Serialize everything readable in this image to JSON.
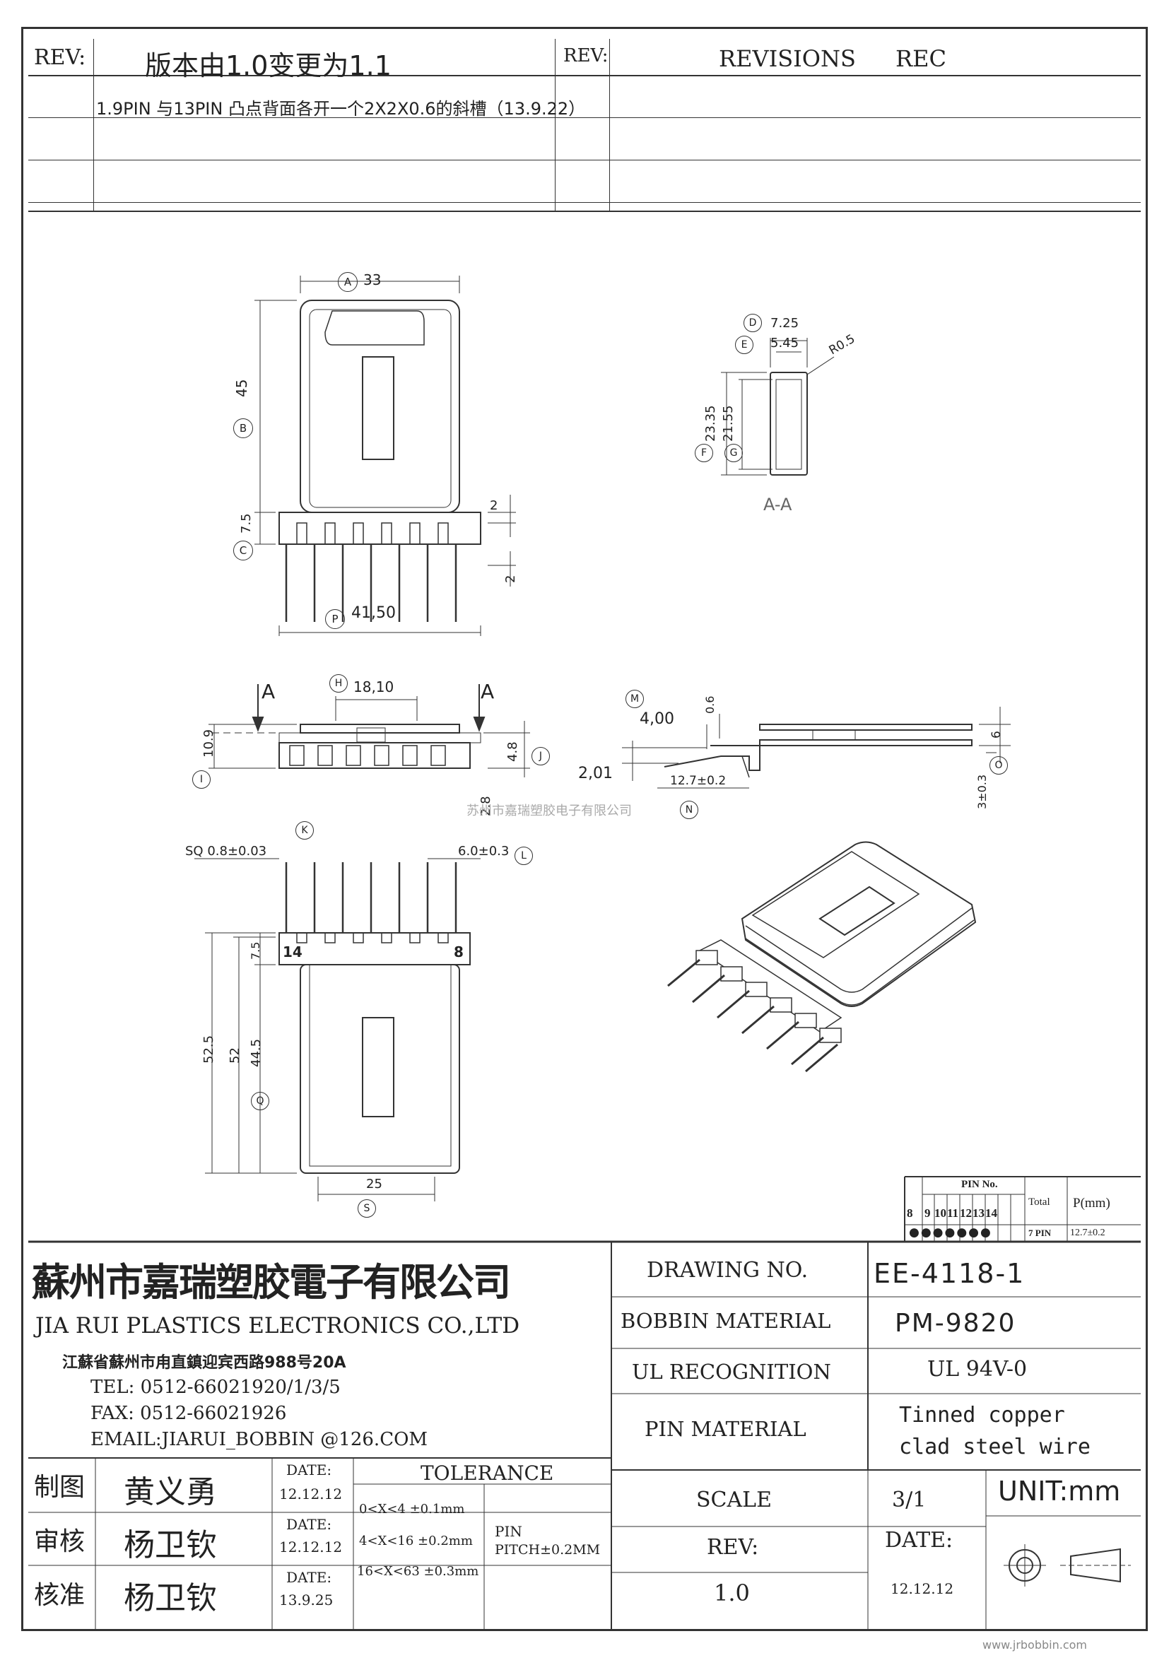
{
  "rev_block": {
    "rev_label_left": "REV:",
    "rev_title": "版本由1.0变更为1.1",
    "rev_label_right": "REV:",
    "revisions_label": "REVISIONS",
    "rec_label": "REC",
    "rev_note": "1.9PIN 与13PIN 凸点背面各开一个2X2X0.6的斜槽（13.9.22）"
  },
  "dims": {
    "A": "A",
    "A_val": "33",
    "B": "B",
    "B_val": "45",
    "C": "C",
    "C_val": "7.5",
    "tab_2a": "2",
    "tab_2b": "2",
    "P": "P",
    "P_val": "41,50",
    "D": "D",
    "D_val": "7.25",
    "E": "E",
    "E_val": "5.45",
    "R": "R0.5",
    "F": "F",
    "F_val": "23.35",
    "G": "G",
    "G_val": "21.55",
    "section_label": "A-A",
    "H": "H",
    "H_val": "18,10",
    "sec_a_left": "A",
    "sec_a_right": "A",
    "I": "I",
    "I_val": "10.9",
    "J": "J",
    "J_val": "4.8",
    "bottom_2_8": "2.8",
    "M": "M",
    "M_val": "4,00",
    "M_06": "0.6",
    "val_201": "2,01",
    "N": "N",
    "N_val": "12.7±0.2",
    "O": "O",
    "O_val": "6",
    "O_3": "3±0.3",
    "K": "K",
    "K_val": "SQ  0.8±0.03",
    "L": "L",
    "L_val": "6.0±0.3",
    "pin_14": "14",
    "pin_8": "8",
    "Q": "Q",
    "Q_52_5": "52.5",
    "Q_52": "52",
    "Q_44_5": "44.5",
    "Q_7_5": "7.5",
    "S": "S",
    "S_val": "25"
  },
  "watermark_center": "苏州市嘉瑞塑胶电子有限公司",
  "pin_table": {
    "header": "PIN No.",
    "pins": [
      "8",
      "9",
      "10",
      "11",
      "12",
      "13",
      "14"
    ],
    "total_label": "Total",
    "total_val": "7 PIN",
    "pitch_label": "P(mm)",
    "pitch_val": "12.7±0.2"
  },
  "title_block": {
    "company_cn": "蘇州市嘉瑞塑胶電子有限公司",
    "company_en": "JIA RUI PLASTICS ELECTRONICS CO.,LTD",
    "address": "江蘇省蘇州市甪直鎮迎宾西路988号20A",
    "tel": "TEL: 0512-66021920/1/3/5",
    "fax": "FAX: 0512-66021926",
    "email": "EMAIL:JIARUI_BOBBIN @126.COM",
    "drawing_no_label": "DRAWING  NO.",
    "drawing_no": "EE-4118-1",
    "bobbin_material_label": "BOBBIN  MATERIAL",
    "bobbin_material": "PM-9820",
    "ul_label": "UL RECOGNITION",
    "ul_val": "UL 94V-0",
    "pin_material_label": "PIN MATERIAL",
    "pin_material_1": "Tinned copper",
    "pin_material_2": "clad steel wire",
    "scale_label": "SCALE",
    "scale_val": "3/1",
    "unit": "UNIT:mm",
    "rev_label": "REV:",
    "rev_val": "1.0",
    "date_label": "DATE:",
    "date_val": "12.12.12",
    "made_label": "制图",
    "made_by": "黄义勇",
    "check_label": "审核",
    "check_by": "杨卫钦",
    "approve_label": "核准",
    "approve_by": "杨卫钦",
    "sig_date_label": "DATE:",
    "made_date": "12.12.12",
    "check_date": "12.12.12",
    "approve_date": "13.9.25",
    "tolerance_label": "TOLERANCE",
    "tol_1": "0<X<4  ±0.1mm",
    "tol_2": "4<X<16 ±0.2mm",
    "tol_3": "16<X<63 ±0.3mm",
    "pin_pitch_1": "PIN",
    "pin_pitch_2": "PITCH±0.2MM"
  },
  "website": "www.jrbobbin.com"
}
